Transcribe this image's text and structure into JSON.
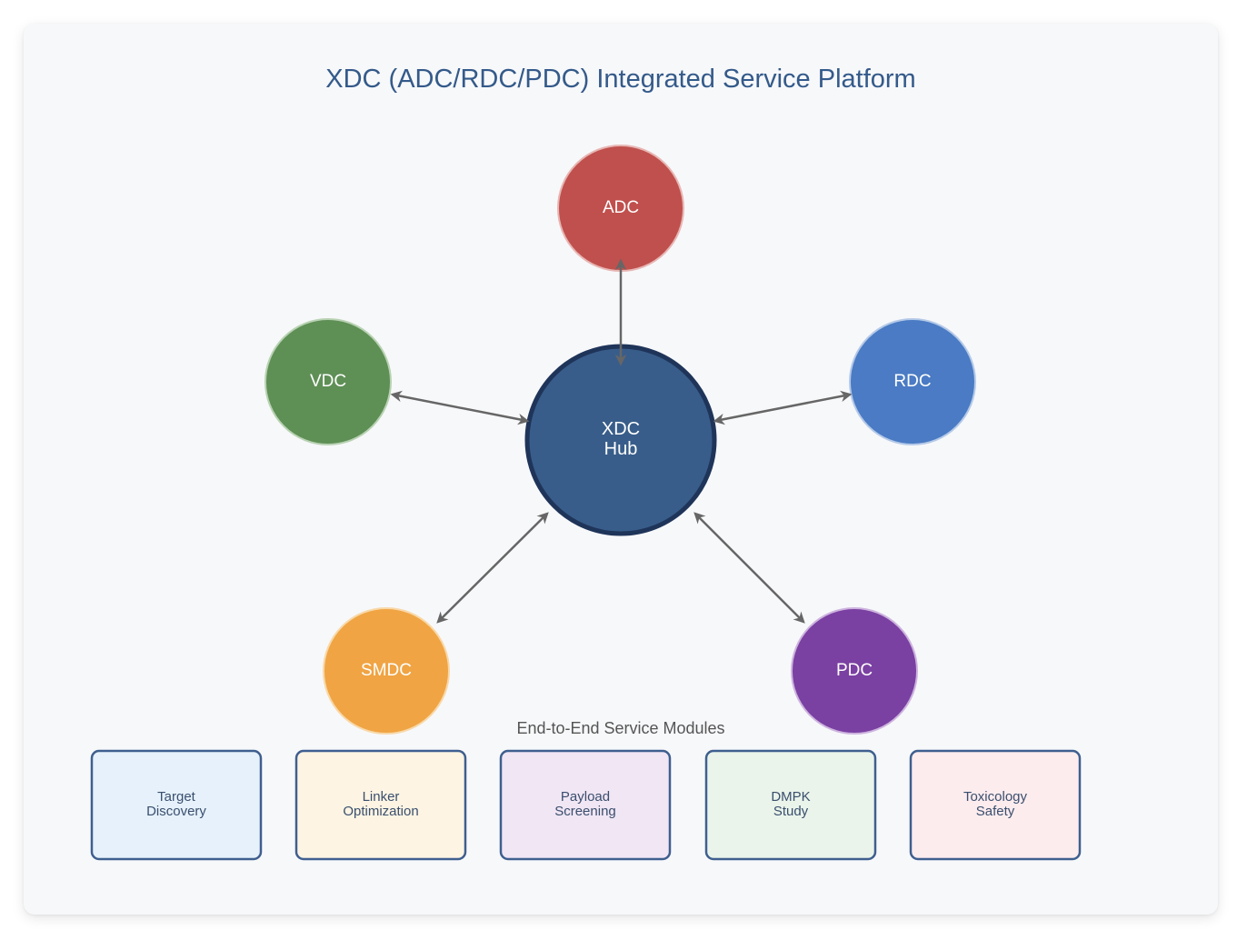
{
  "title": "XDC (ADC/RDC/PDC) Integrated Service Platform",
  "hub": {
    "line1": "XDC",
    "line2": "Hub",
    "color": "#385d8a",
    "border_color": "#1f3459"
  },
  "nodes": {
    "adc": {
      "label": "ADC",
      "color": "#c0504d"
    },
    "rdc": {
      "label": "RDC",
      "color": "#4a7bc4"
    },
    "vdc": {
      "label": "VDC",
      "color": "#5e8f55"
    },
    "smdc": {
      "label": "SMDC",
      "color": "#f0a443"
    },
    "pdc": {
      "label": "PDC",
      "color": "#7a40a2"
    }
  },
  "modules_heading": "End-to-End Service Modules",
  "modules": [
    {
      "line1": "Target",
      "line2": "Discovery",
      "fill": "#e6f1fb"
    },
    {
      "line1": "Linker",
      "line2": "Optimization",
      "fill": "#fdf4e3"
    },
    {
      "line1": "Payload",
      "line2": "Screening",
      "fill": "#f1e6f4"
    },
    {
      "line1": "DMPK",
      "line2": "Study",
      "fill": "#eaf4ea"
    },
    {
      "line1": "Toxicology",
      "line2": "Safety",
      "fill": "#fdecee"
    }
  ],
  "colors": {
    "title": "#345a8a",
    "connector": "#666666",
    "module_border": "#3f5f8f"
  }
}
